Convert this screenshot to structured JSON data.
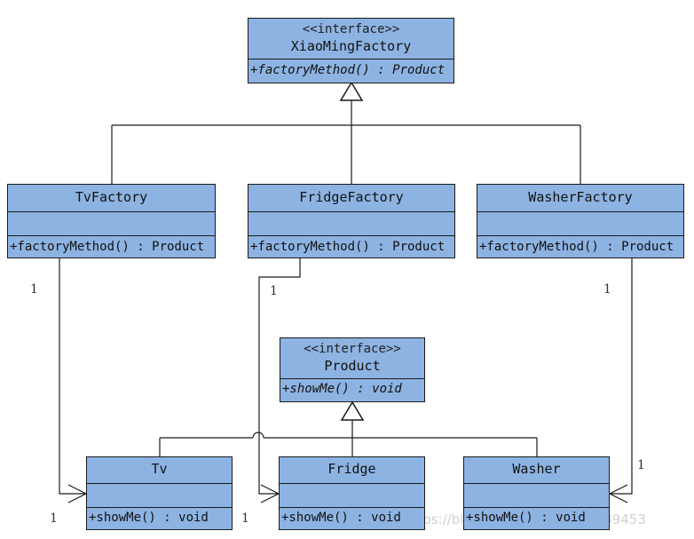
{
  "watermark": "https://blog.csdn.net/qq_369189453",
  "interfaces": {
    "factory": {
      "stereotype": "<<interface>>",
      "name": "XiaoMingFactory",
      "operation": "+factoryMethod() : Product"
    },
    "product": {
      "stereotype": "<<interface>>",
      "name": "Product",
      "operation": "+showMe() : void"
    }
  },
  "factories": [
    {
      "name": "TvFactory",
      "operation": "+factoryMethod() : Product"
    },
    {
      "name": "FridgeFactory",
      "operation": "+factoryMethod() : Product"
    },
    {
      "name": "WasherFactory",
      "operation": "+factoryMethod() : Product"
    }
  ],
  "products": [
    {
      "name": "Tv",
      "operation": "+showMe() : void"
    },
    {
      "name": "Fridge",
      "operation": "+showMe() : void"
    },
    {
      "name": "Washer",
      "operation": "+showMe() : void"
    }
  ],
  "multiplicities": {
    "tv_factory": "1",
    "tv_product": "1",
    "fridge_factory": "1",
    "fridge_product": "1",
    "washer_factory": "1",
    "washer_product": "1"
  }
}
